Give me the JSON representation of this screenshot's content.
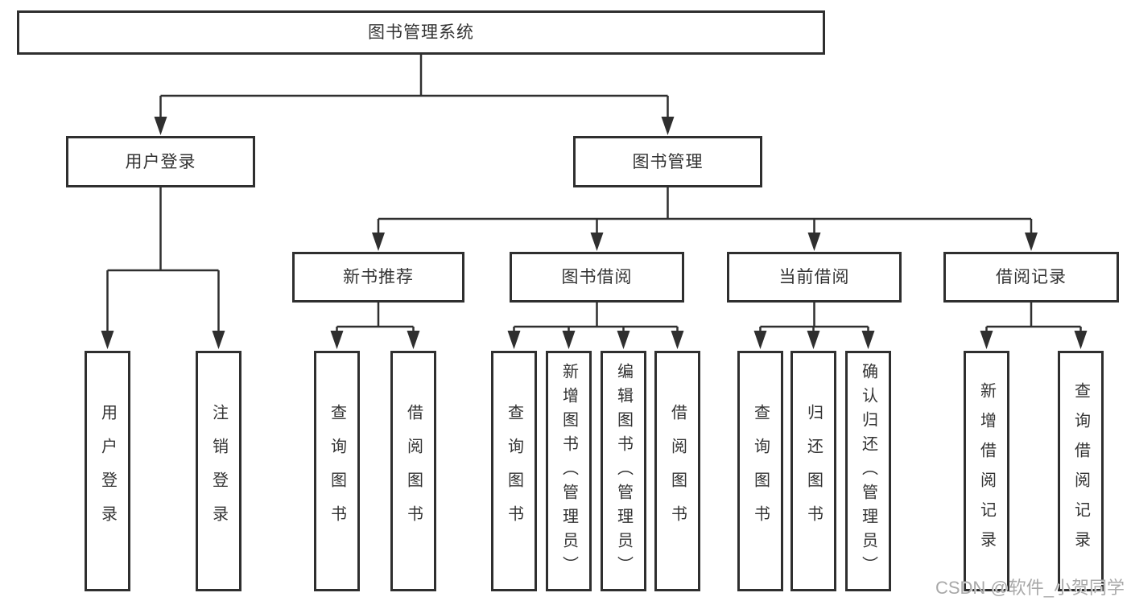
{
  "diagram": {
    "type": "hierarchy-tree",
    "root": {
      "label": "图书管理系统"
    },
    "branches": [
      {
        "label": "用户登录",
        "children": [
          {
            "label": "用户登录"
          },
          {
            "label": "注销登录"
          }
        ]
      },
      {
        "label": "图书管理",
        "children": [
          {
            "label": "新书推荐",
            "children": [
              {
                "label": "查询图书"
              },
              {
                "label": "借阅图书"
              }
            ]
          },
          {
            "label": "图书借阅",
            "children": [
              {
                "label": "查询图书"
              },
              {
                "label": "新增图书（管理员）"
              },
              {
                "label": "编辑图书（管理员）"
              },
              {
                "label": "借阅图书"
              }
            ]
          },
          {
            "label": "当前借阅",
            "children": [
              {
                "label": "查询图书"
              },
              {
                "label": "归还图书"
              },
              {
                "label": "确认归还（管理员）"
              }
            ]
          },
          {
            "label": "借阅记录",
            "children": [
              {
                "label": "新增借阅记录"
              },
              {
                "label": "查询借阅记录"
              }
            ]
          }
        ]
      }
    ]
  },
  "colors": {
    "line": "#2f2f2f",
    "text": "#333333",
    "background": "#ffffff",
    "watermark_text": "#a9a9a9"
  },
  "watermark": {
    "text": "CSDN @软件_小贺同学"
  }
}
